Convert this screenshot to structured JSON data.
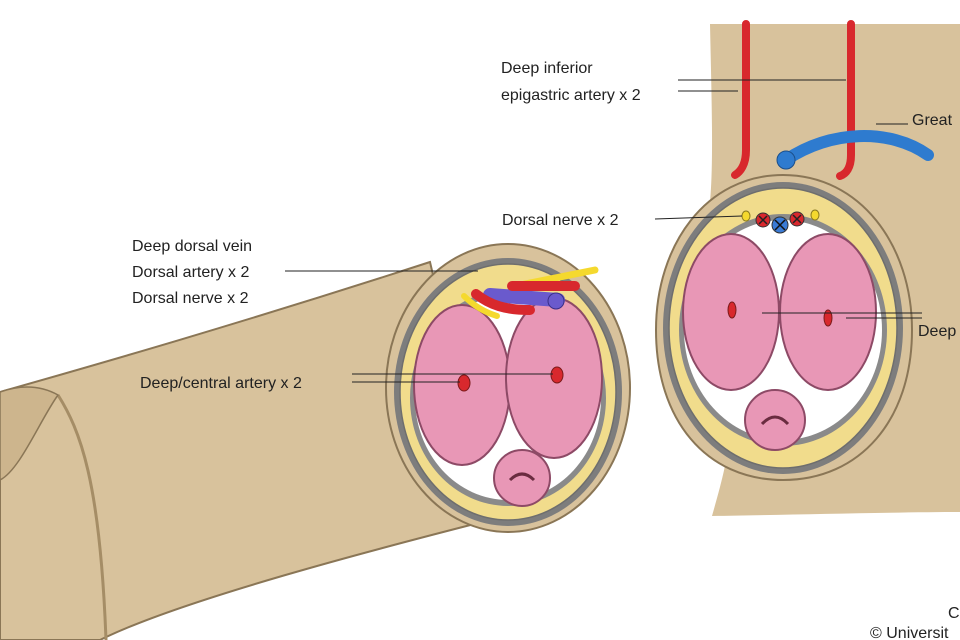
{
  "labels": {
    "deep_inferior_epigastric_1": "Deep inferior",
    "deep_inferior_epigastric_2": "epigastric artery x 2",
    "great": "Great",
    "dorsal_nerve_right": "Dorsal nerve x 2",
    "deep_dorsal_vein": "Deep dorsal vein",
    "dorsal_artery": "Dorsal artery x 2",
    "dorsal_nerve_left": "Dorsal nerve x 2",
    "deep_central_artery": "Deep/central artery x 2",
    "deep_right": "Deep",
    "credit_1": "C",
    "credit_2": "© Universit"
  },
  "colors": {
    "skin": "#d8c29c",
    "skin_edge": "#8a7656",
    "fascia": "#f1dc8c",
    "tunica": "#7d7d7d",
    "white_layer": "#ffffff",
    "corpora": "#e897b6",
    "corpora_edge": "#8d4a66",
    "artery": "#d8282d",
    "vein": "#2e7bcf",
    "nerve": "#f5d92e",
    "dark_vein": "#6a5acd"
  }
}
